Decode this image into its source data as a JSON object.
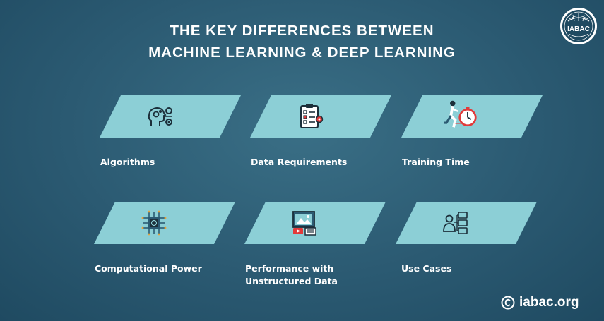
{
  "title": {
    "line1": "THE KEY DIFFERENCES BETWEEN",
    "line2": "MACHINE LEARNING & DEEP LEARNING"
  },
  "logo": {
    "text": "IABAC",
    "icon": "globe-icon"
  },
  "cards": [
    {
      "label": "Algorithms",
      "icon": "brain-gear-icon"
    },
    {
      "label": "Data Requirements",
      "icon": "clipboard-checklist-icon"
    },
    {
      "label": "Training Time",
      "icon": "runner-clock-icon"
    },
    {
      "label": "Computational Power",
      "icon": "microchip-icon"
    },
    {
      "label_line1": "Performance with",
      "label_line2": "Unstructured Data",
      "icon": "media-document-icon"
    },
    {
      "label": "Use Cases",
      "icon": "person-list-icon"
    }
  ],
  "footer": {
    "text": "iabac.org",
    "icon": "copyright-icon"
  },
  "colors": {
    "background": "#2b5a72",
    "card": "#8ccfd6",
    "icon_dark": "#1c2f3a",
    "accent_red": "#e23a3a"
  }
}
